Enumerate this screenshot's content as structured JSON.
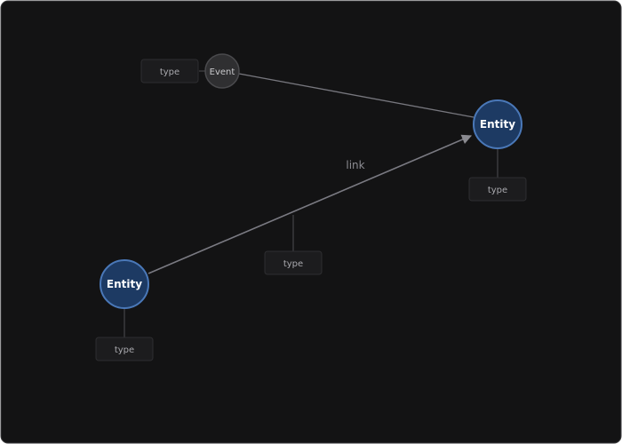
{
  "diagram": {
    "nodes": {
      "event": {
        "label": "Event",
        "kind": "event"
      },
      "entity_top": {
        "label": "Entity",
        "kind": "entity"
      },
      "entity_bottom": {
        "label": "Entity",
        "kind": "entity"
      }
    },
    "attributes": {
      "event_type": {
        "label": "type"
      },
      "entity_top_type": {
        "label": "type"
      },
      "link_type": {
        "label": "type"
      },
      "entity_bottom_type": {
        "label": "type"
      }
    },
    "edges": {
      "event_to_entity": {
        "label": ""
      },
      "link": {
        "label": "link",
        "directed": true
      }
    }
  },
  "colors": {
    "background": "#131314",
    "frame_border": "#3a3a3c",
    "entity_fill": "#1d3a63",
    "entity_stroke": "#4a78b8",
    "entity_text": "#ffffff",
    "event_fill": "#2f2f31",
    "event_stroke": "#4a4a4d",
    "event_text": "#c9c9cc",
    "attr_fill": "#1c1c1e",
    "attr_stroke": "#2e2e31",
    "attr_text": "#a9a9ae",
    "edge": "#77777e",
    "stub": "#4d4d52",
    "edge_label": "#8c8c92"
  }
}
